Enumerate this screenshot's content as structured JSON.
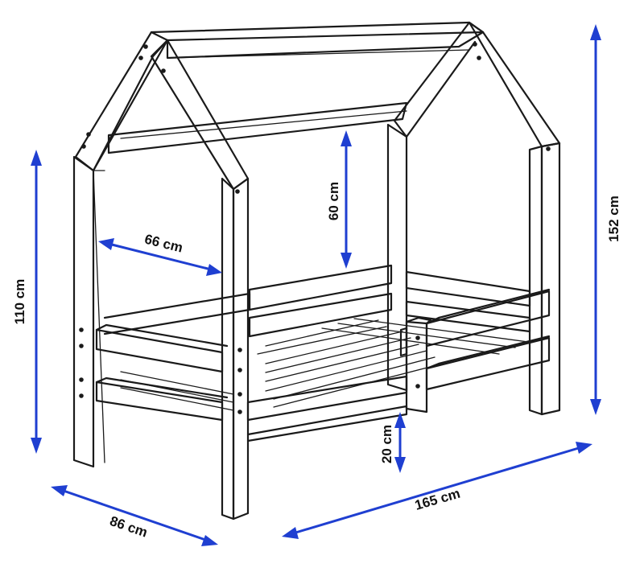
{
  "colors": {
    "dimension_arrow": "#1f3fd1",
    "line_art": "#1a1a1a",
    "background": "#ffffff"
  },
  "dimensions": {
    "height_post": "110 cm",
    "total_height": "152 cm",
    "inner_width": "66 cm",
    "roof_clearance": "60 cm",
    "floor_clearance": "20 cm",
    "width": "86 cm",
    "length": "165 cm"
  }
}
